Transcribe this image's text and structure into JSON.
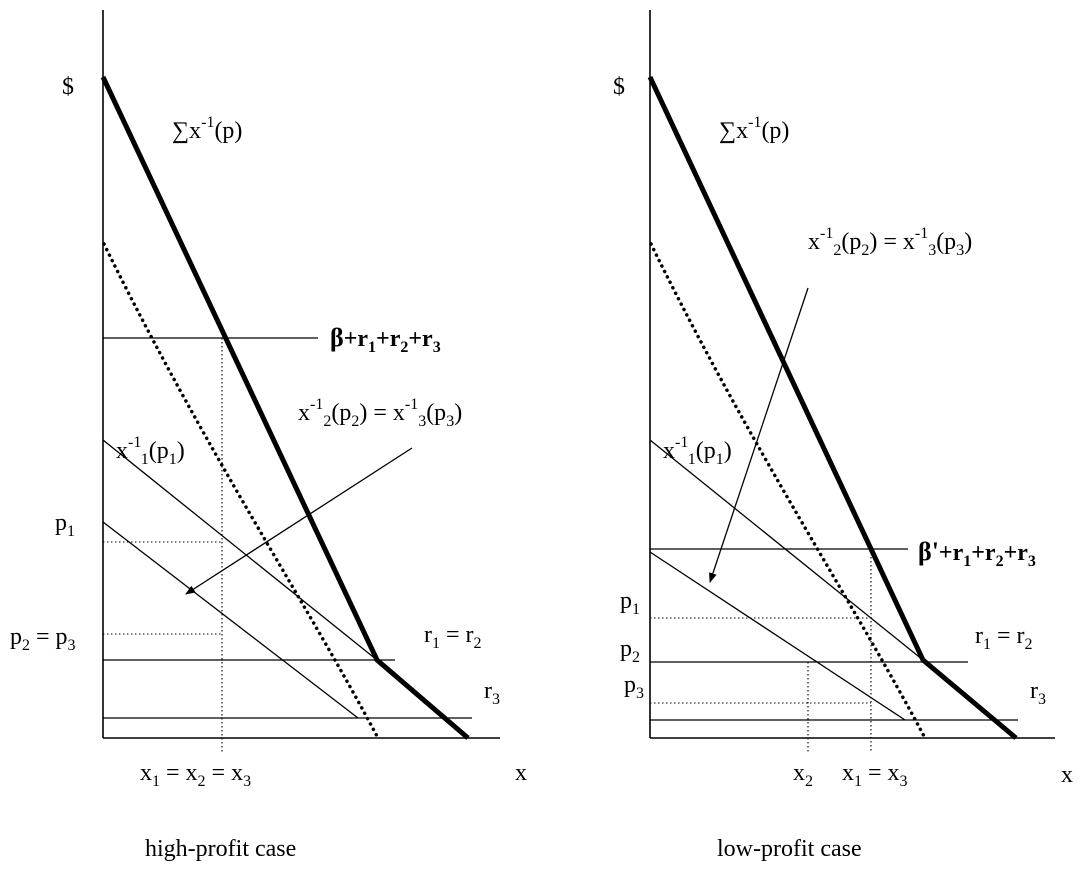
{
  "left_panel": {
    "caption": "high-profit case",
    "y_axis_label": "$",
    "x_axis_label": "x",
    "sum_curve_label": {
      "main": "∑x",
      "sup": "-1",
      "tail": "(p)"
    },
    "cap_line_label": {
      "beta": "β",
      "plus": "+r",
      "s1": "1",
      "p2": "+r",
      "s2": "2",
      "p3": "+r",
      "s3": "3"
    },
    "x1_curve_label": {
      "main": "x",
      "sup": "-1",
      "sub": "1",
      "tail": "(p",
      "tail_sub": "1",
      "close": ")"
    },
    "equality_label": {
      "a": "x",
      "a_sup": "-1",
      "a_sub": "2",
      "b": "(p",
      "b_sub": "2",
      "c": ") = x",
      "c_sup": "-1",
      "c_sub": "3",
      "d": "(p",
      "d_sub": "3",
      "e": ")"
    },
    "p1_label": {
      "main": "p",
      "sub": "1"
    },
    "p23_label": {
      "a": "p",
      "a_sub": "2",
      "b": " = p",
      "b_sub": "3"
    },
    "r12_label": {
      "a": "r",
      "a_sub": "1",
      "b": " = r",
      "b_sub": "2"
    },
    "r3_label": {
      "main": "r",
      "sub": "3"
    },
    "x_equal_label": {
      "a": "x",
      "a_sub": "1",
      "b": " = x",
      "b_sub": "2",
      "c": " = x",
      "c_sub": "3"
    }
  },
  "right_panel": {
    "caption": "low-profit case",
    "y_axis_label": "$",
    "x_axis_label": "x",
    "sum_curve_label": {
      "main": "∑x",
      "sup": "-1",
      "tail": "(p)"
    },
    "equality_label": {
      "a": "x",
      "a_sup": "-1",
      "a_sub": "2",
      "b": "(p",
      "b_sub": "2",
      "c": ") = x",
      "c_sup": "-1",
      "c_sub": "3",
      "d": "(p",
      "d_sub": "3",
      "e": ")"
    },
    "cap_line_label": {
      "beta": "β'",
      "plus": "+r",
      "s1": "1",
      "p2": "+r",
      "s2": "2",
      "p3": "+r",
      "s3": "3"
    },
    "x1_curve_label": {
      "main": "x",
      "sup": "-1",
      "sub": "1",
      "tail": "(p",
      "tail_sub": "1",
      "close": ")"
    },
    "p1_label": {
      "main": "p",
      "sub": "1"
    },
    "p2_label": {
      "main": "p",
      "sub": "2"
    },
    "p3_label": {
      "main": "p",
      "sub": "3"
    },
    "r12_label": {
      "a": "r",
      "a_sub": "1",
      "b": " = r",
      "b_sub": "2"
    },
    "r3_label": {
      "main": "r",
      "sub": "3"
    },
    "x2_label": {
      "main": "x",
      "sub": "2"
    },
    "x13_label": {
      "a": "x",
      "a_sub": "1",
      "b": " = x",
      "b_sub": "3"
    }
  }
}
